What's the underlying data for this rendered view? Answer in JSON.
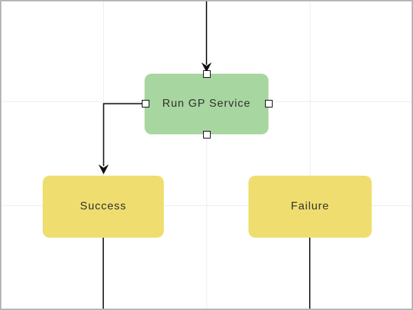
{
  "diagram": {
    "nodes": [
      {
        "id": "run-gp-service",
        "label": "Run GP Service",
        "fill": "#a8d6a0",
        "selected": true
      },
      {
        "id": "success",
        "label": "Success",
        "fill": "#efde6f",
        "selected": false
      },
      {
        "id": "failure",
        "label": "Failure",
        "fill": "#efde6f",
        "selected": false
      }
    ],
    "connectors": [
      {
        "id": "into-run-gp-service",
        "from": "top-edge",
        "to": "run-gp-service"
      },
      {
        "id": "run-gp-service-to-success",
        "from": "run-gp-service",
        "to": "success"
      },
      {
        "id": "out-of-success",
        "from": "success",
        "to": "bottom-edge"
      },
      {
        "id": "out-of-failure",
        "from": "failure",
        "to": "bottom-edge"
      }
    ],
    "colors": {
      "connector": "#111111",
      "text": "#2f2f2f",
      "grid": "#ededed",
      "canvas_border": "#b4b4b4",
      "handle_fill": "#ffffff",
      "handle_border": "#000000"
    }
  }
}
